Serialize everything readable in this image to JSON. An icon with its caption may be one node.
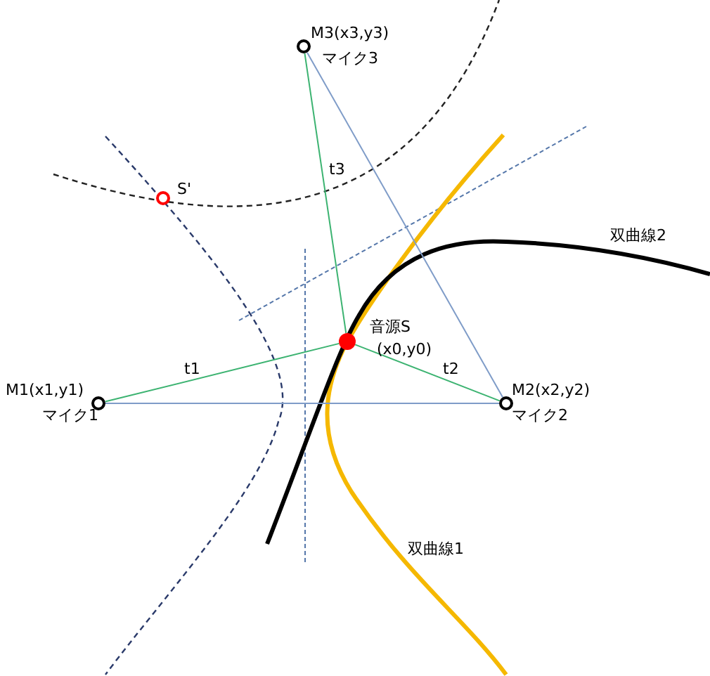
{
  "diagram": {
    "nodes": [
      {
        "text": [
          "M1(x1,y1)",
          "マイク1"
        ]
      },
      {
        "text": [
          "M2(x2,y2)",
          "マイク2"
        ]
      },
      {
        "text": [
          "M3(x3,y3)",
          "マイク3"
        ]
      },
      {
        "text": [
          "音源S",
          "(x0,y0)"
        ]
      },
      {
        "text": [
          "S'"
        ]
      }
    ],
    "edges": [
      {
        "from": 0,
        "to": 3,
        "arrow": "none",
        "label": "t1"
      },
      {
        "from": 3,
        "to": 1,
        "arrow": "none",
        "label": "t2"
      },
      {
        "from": 2,
        "to": 3,
        "arrow": "none",
        "label": "t3"
      },
      {
        "from": 0,
        "to": 1,
        "arrow": "none",
        "color": "#7f9cc8"
      },
      {
        "from": 1,
        "to": 2,
        "arrow": "none",
        "color": "#7f9cc8"
      }
    ],
    "labels": [
      "双曲線2",
      "双曲線1"
    ]
  }
}
